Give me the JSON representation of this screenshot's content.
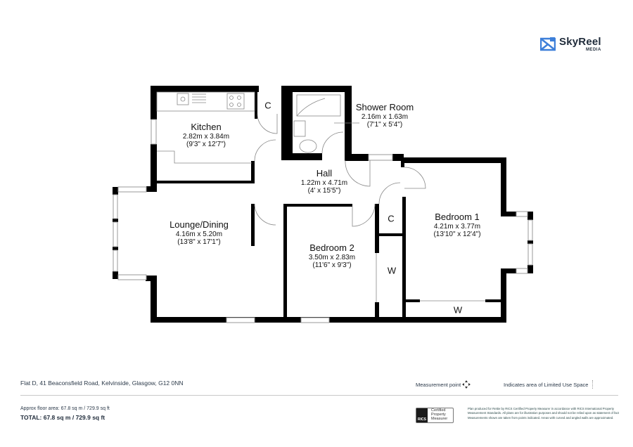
{
  "brand": {
    "name": "SkyReel",
    "sub": "MEDIA",
    "accent": "#3d7fd9"
  },
  "rooms": {
    "kitchen": {
      "name": "Kitchen",
      "metric": "2.82m x 3.84m",
      "imperial": "(9'3\" x 12'7\")"
    },
    "shower": {
      "name": "Shower Room",
      "metric": "2.16m x 1.63m",
      "imperial": "(7'1\" x 5'4\")"
    },
    "hall": {
      "name": "Hall",
      "metric": "1.22m x 4.71m",
      "imperial": "(4' x 15'5\")"
    },
    "lounge": {
      "name": "Lounge/Dining",
      "metric": "4.16m x 5.20m",
      "imperial": "(13'8\" x 17'1\")"
    },
    "bedroom2": {
      "name": "Bedroom 2",
      "metric": "3.50m x 2.83m",
      "imperial": "(11'6\" x 9'3\")"
    },
    "bedroom1": {
      "name": "Bedroom 1",
      "metric": "4.21m x 3.77m",
      "imperial": "(13'10\" x 12'4\")"
    }
  },
  "closets": {
    "kitchen_cupboard": "C",
    "hall_cupboard": "C",
    "bed2_wardrobe": "W",
    "bed1_wardrobe": "W"
  },
  "footer": {
    "address": "Flat D, 41 Beaconsfield Road, Kelvinside, Glasgow, G12 0NN",
    "approx_area": "Approx floor area: 67.8 sq m / 729.9 sq ft",
    "total_area": "TOTAL: 67.8 sq m / 729.9 sq ft",
    "legend_measurement": "Measurement point",
    "legend_limited": "Indicates area of  Limited Use Space",
    "rics_badge": "RICS",
    "rics_line1": "Certified",
    "rics_line2": "Property",
    "rics_line3": "Measurer",
    "disclaimer": "Plan produced for Rettie by RICS Certified Property Measurer in accordance with RICS International Property Measurement Standards. All plans are for illustration purposes and should not be relied upon as statement of fact Measurements shown are taken from points indicated. Areas with curved and angled walls are approximated."
  }
}
